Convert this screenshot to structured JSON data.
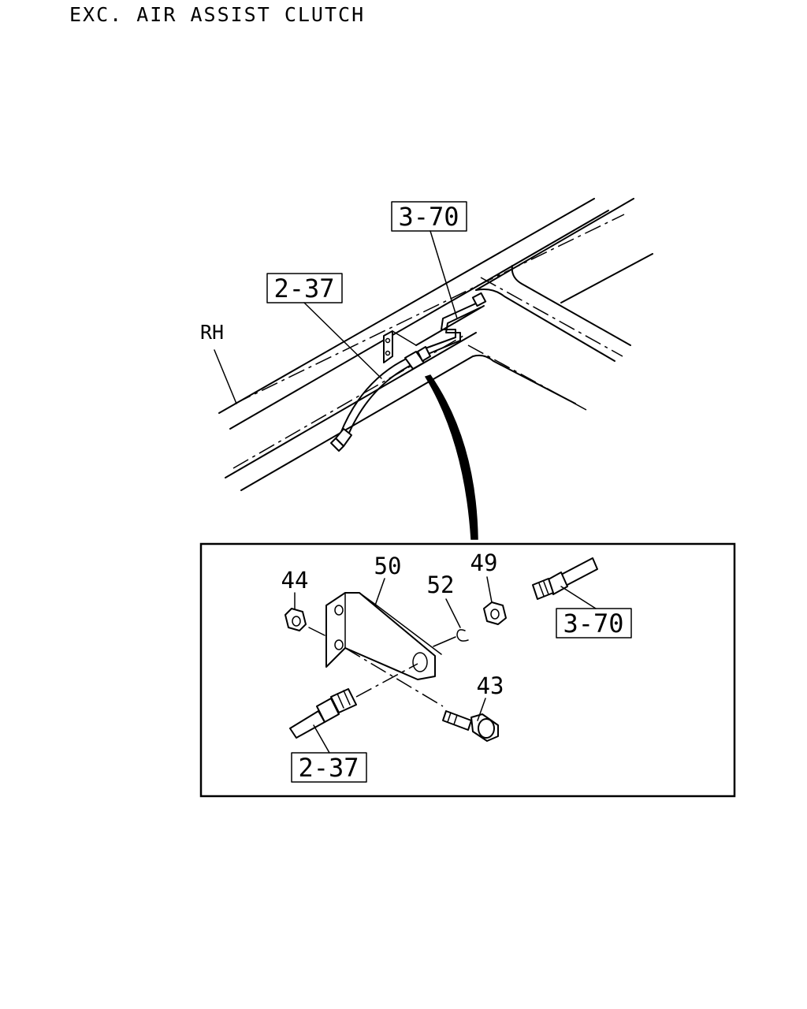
{
  "title": "EXC. AIR ASSIST CLUTCH",
  "overview": {
    "side_label": "RH",
    "ref_upper": "3-70",
    "ref_lower": "2-37"
  },
  "detail": {
    "refs": {
      "right": "3-70",
      "bottom": "2-37"
    },
    "part_numbers": {
      "nut_left": "44",
      "bracket": "50",
      "clip": "52",
      "nut_right": "49",
      "bolt": "43"
    }
  }
}
